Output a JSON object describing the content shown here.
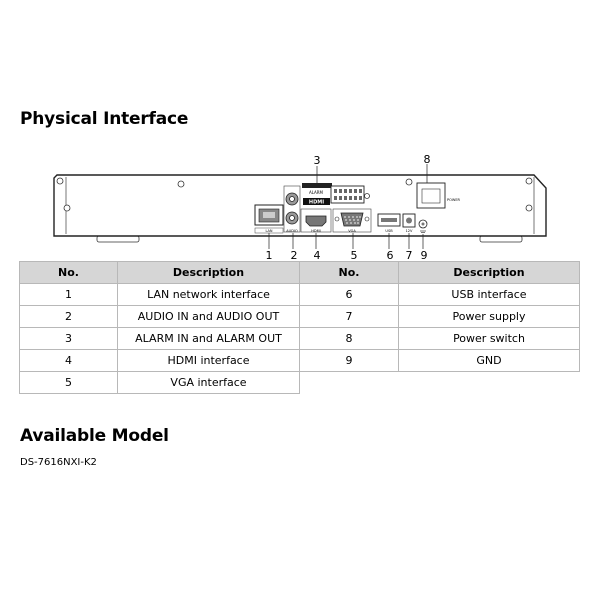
{
  "physical_title": "Physical Interface",
  "model_title": "Available Model",
  "model_name": "DS-7616NXI-K2",
  "callouts": [
    "1",
    "2",
    "3",
    "4",
    "5",
    "6",
    "7",
    "8",
    "9"
  ],
  "panel_labels": {
    "lan": "LAN",
    "audio": "AUDIO",
    "alarm": "ALARM",
    "hdmi": "HDMI",
    "hdmi_logo": "HDMI",
    "vga": "VGA",
    "usb": "USB",
    "dc": "12V",
    "power": "POWER"
  },
  "table": {
    "headers": [
      "No.",
      "Description",
      "No.",
      "Description"
    ],
    "rows": [
      {
        "left_no": "1",
        "left_desc": "LAN network interface",
        "right_no": "6",
        "right_desc": "USB interface"
      },
      {
        "left_no": "2",
        "left_desc": "AUDIO IN and AUDIO OUT",
        "right_no": "7",
        "right_desc": "Power supply"
      },
      {
        "left_no": "3",
        "left_desc": "ALARM IN and ALARM OUT",
        "right_no": "8",
        "right_desc": "Power switch"
      },
      {
        "left_no": "4",
        "left_desc": "HDMI interface",
        "right_no": "9",
        "right_desc": "GND"
      },
      {
        "left_no": "5",
        "left_desc": "VGA interface"
      }
    ]
  }
}
